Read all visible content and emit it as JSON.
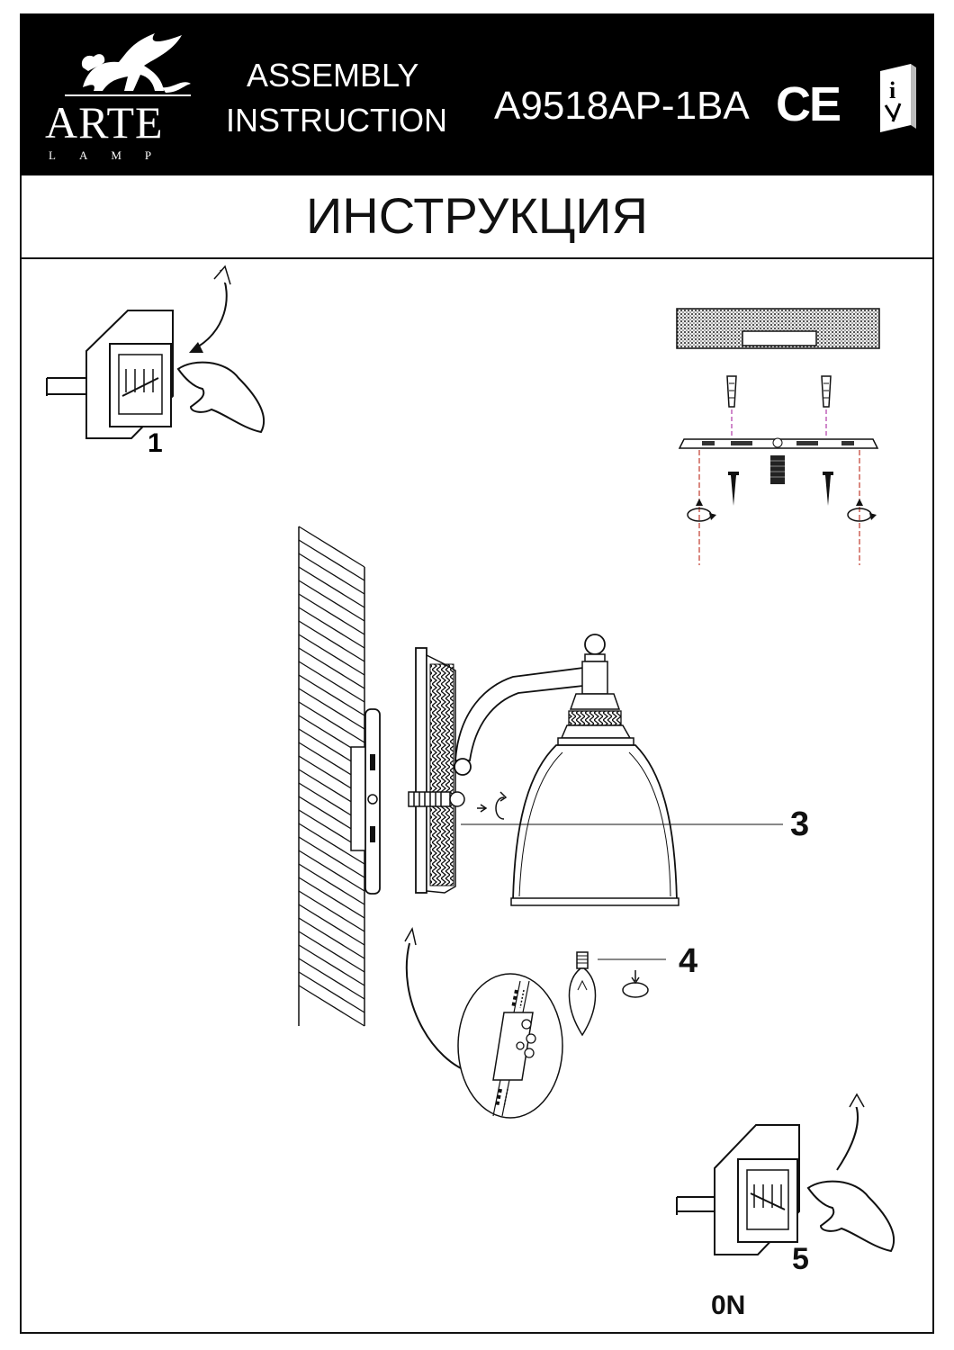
{
  "header": {
    "brand": "ARTE",
    "brand_sub": "LAMP",
    "assembly_line1": "ASSEMBLY",
    "assembly_line2": "INSTRUCTION",
    "model": "A9518AP-1BA",
    "ce_mark": "CE",
    "info_icon": "info-book-icon"
  },
  "title": "ИНСТРУКЦИЯ",
  "steps": {
    "step1": "1",
    "step3": "3",
    "step4": "4",
    "step5": "5",
    "on_label": "0N"
  },
  "colors": {
    "header_bg": "#000000",
    "line": "#111111",
    "dash_red": "#c0392b",
    "dash_magenta": "#b03aa8"
  }
}
